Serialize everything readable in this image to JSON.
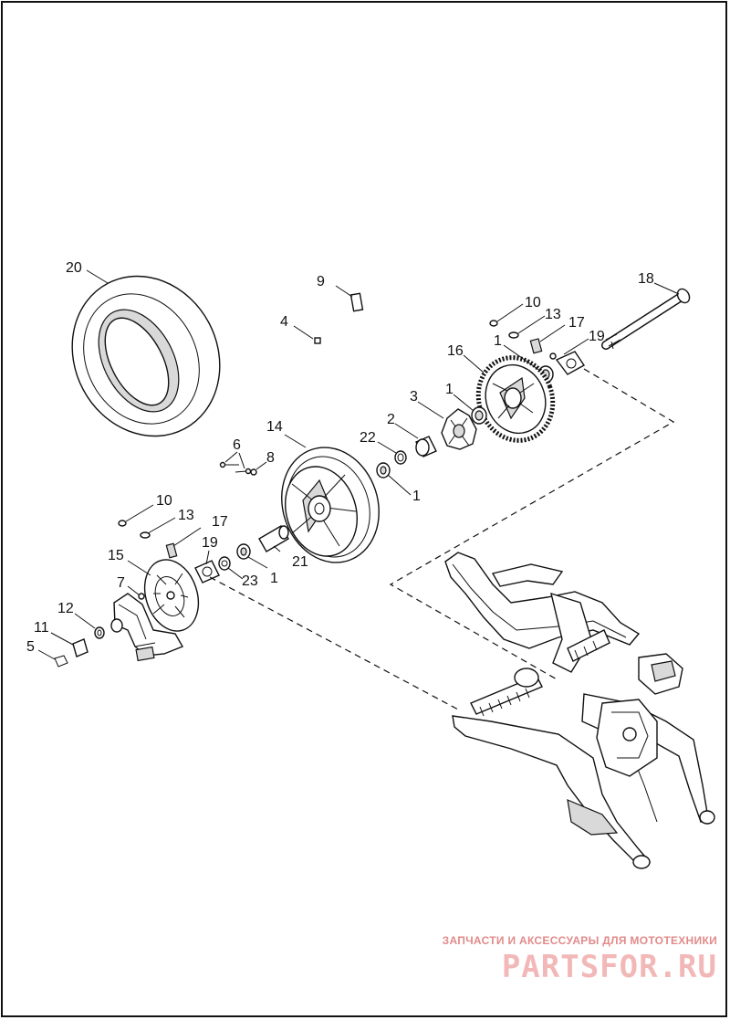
{
  "diagram": {
    "callouts": {
      "tire": "20",
      "valve_stem_cap": "9",
      "valve_core": "4",
      "axle": "18",
      "nut_top": "10",
      "washer_top": "13",
      "clip_top": "17",
      "bearing_pulley": "1",
      "axle_adjuster_top": "19",
      "pulley": "16",
      "bearing_upper": "1",
      "damper": "3",
      "spacer": "2",
      "sleeve": "22",
      "bearing_hub": "1",
      "wheel": "14",
      "valve_screws": "6",
      "weight": "8",
      "nut_bottom": "10",
      "washer_bottom": "13",
      "clip_bottom": "17",
      "axle_adjuster_bottom": "19",
      "rotor": "15",
      "spacer_long": "21",
      "spacer_small": "23",
      "bearing_lower": "1",
      "rotor_bolt": "7",
      "caliper_bushing": "12",
      "bushing": "11",
      "pin": "5"
    }
  },
  "watermark": {
    "caption": "ЗАПЧАСТИ И АКСЕССУАРЫ ДЛЯ МОТОТЕХНИКИ",
    "logo": "PARTSFOR.RU"
  }
}
